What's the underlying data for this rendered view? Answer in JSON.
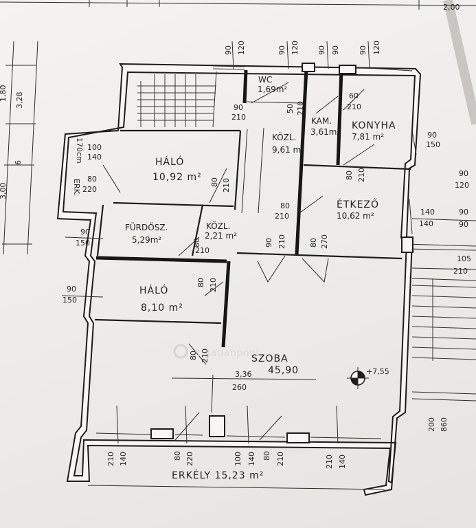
{
  "rooms": {
    "wc": {
      "name": "WC",
      "area": "1,69m²"
    },
    "kamra": {
      "name": "KAM.",
      "area": "3,61m²"
    },
    "konyha": {
      "name": "KONYHA",
      "area": "7,81 m²"
    },
    "kozl1": {
      "name": "KÖZL.",
      "area": "9,61 m²"
    },
    "halo1": {
      "name": "HÁLÓ",
      "area": "10,92 m²"
    },
    "erker": {
      "name": "ERK."
    },
    "etkezo": {
      "name": "ÉTKEZŐ",
      "area": "10,62 m²"
    },
    "furdo": {
      "name": "FÜRDŐSZ.",
      "area": "5,29m²"
    },
    "kozl2": {
      "name": "KÖZL.",
      "area": "2,21 m²"
    },
    "halo2": {
      "name": "HÁLÓ",
      "area": "8,10 m²"
    },
    "szoba": {
      "name": "SZOBA",
      "area": "45,90"
    },
    "erkely": {
      "name": "ERKÉLY 15,23 m²"
    }
  },
  "dims": {
    "top_right": "2,00",
    "left_1": "1,80",
    "left_2": "3,28",
    "left_3": "3,00",
    "left_4": "6",
    "top_90a": "90",
    "top_120a": "120",
    "top_90b": "90",
    "top_120b": "120",
    "top_90c": "90",
    "top_90d": "90",
    "top_90e": "90",
    "top_120e": "120",
    "wc_door_90": "90",
    "wc_door_210": "210",
    "wc_door2_50": "50",
    "wc_door2_210": "210",
    "kam_door_60": "60",
    "kam_door_210": "210",
    "konyha_win_90": "90",
    "konyha_win_150": "150",
    "erk_100": "100",
    "erk_140": "140",
    "erk_80": "80",
    "erk_220": "220",
    "erk_vert": "170cm",
    "halo1_door_80": "80",
    "halo1_door_210": "210",
    "kozl1_door_80": "80",
    "kozl1_door_210": "210",
    "etk_door_80": "80",
    "etk_door_210": "210",
    "etk_win_140a": "140",
    "etk_win_140b": "140",
    "right_90a": "90",
    "right_120": "120",
    "right_90b": "90",
    "right_90c": "90",
    "right_105": "105",
    "right_210": "210",
    "furdo_win_90": "90",
    "furdo_win_150": "150",
    "furdo_door_80": "80",
    "furdo_door_210": "210",
    "halo2_win_90": "90",
    "halo2_win_150": "150",
    "halo2_door_80": "80",
    "halo2_door_210": "210",
    "szoba_door1_90": "90",
    "szoba_door1_210": "210",
    "szoba_door2_80": "80",
    "szoba_door2_270": "270",
    "szoba_door3_80": "80",
    "szoba_door3_210": "210",
    "height_336": "3,36",
    "height_260": "260",
    "level": "+7,55",
    "right_200": "200",
    "right_860": "860",
    "bal_210a": "210",
    "bal_140a": "140",
    "bal_80a": "80",
    "bal_220": "220",
    "bal_100": "100",
    "bal_140b": "140",
    "bal_80b": "80",
    "bal_210b": "210",
    "bal_210c": "210",
    "bal_140c": "140"
  },
  "watermark": "ingatlanpont",
  "colors": {
    "line": "#1c1c1c",
    "paper": "#f4f3f1"
  }
}
